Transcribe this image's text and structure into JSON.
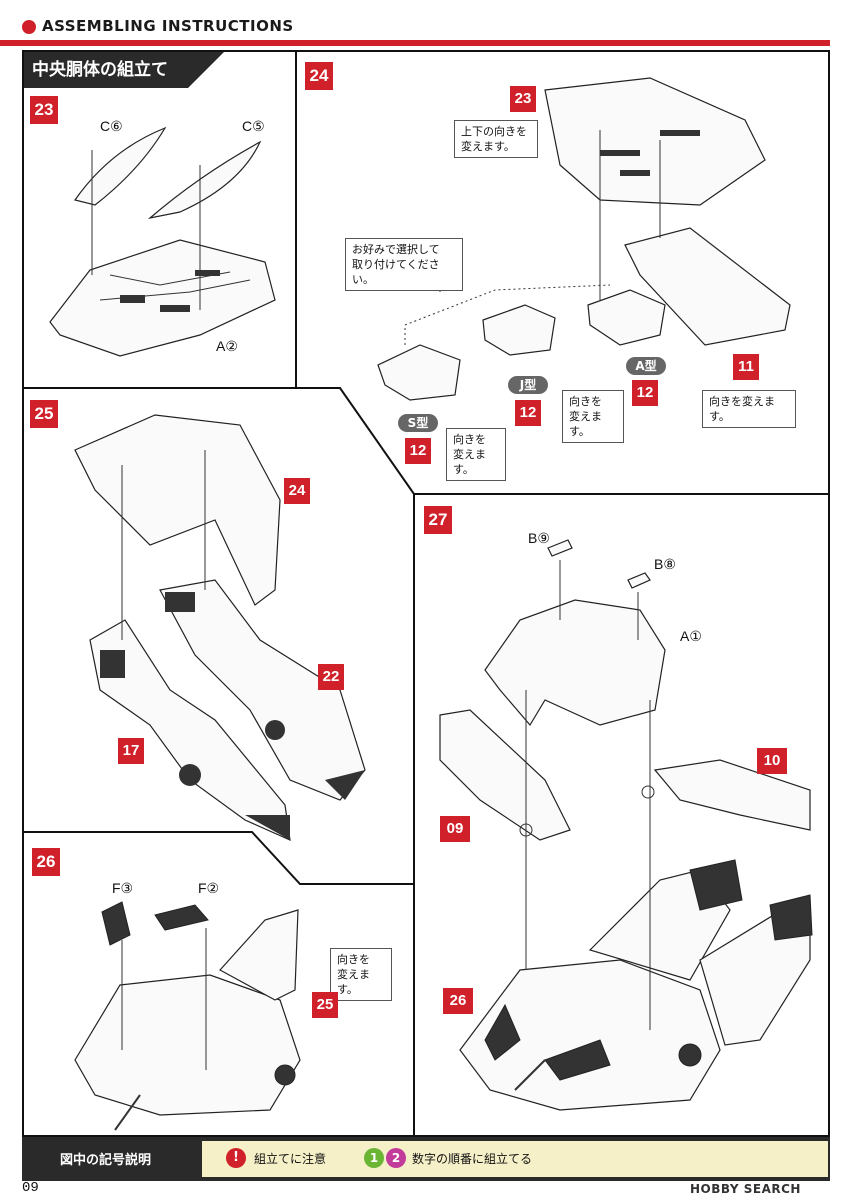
{
  "header": {
    "title": "ASSEMBLING INSTRUCTIONS"
  },
  "section": {
    "title": "中央胴体の組立て"
  },
  "steps": {
    "s23": {
      "num": "23",
      "parts": {
        "c6": "C⑥",
        "c5": "C⑤",
        "a2": "A②"
      }
    },
    "s24": {
      "num": "24",
      "ref23": "23",
      "note_flip_top": "上下の向きを\n変えます。",
      "note_choose": "お好みで選択して\n取り付けてください。",
      "ref11": "11",
      "note_flip_11": "向きを変えます。",
      "type_s": "S型",
      "type_j": "J型",
      "type_a": "A型",
      "ref12": "12",
      "note_flip_s": "向きを\n変えます。",
      "note_flip_j": "向きを\n変えます。"
    },
    "s25": {
      "num": "25",
      "ref24": "24",
      "ref22": "22",
      "ref17": "17"
    },
    "s26": {
      "num": "26",
      "parts": {
        "f3": "F③",
        "f2": "F②"
      },
      "note_flip": "向きを\n変えます。",
      "ref25": "25"
    },
    "s27": {
      "num": "27",
      "parts": {
        "b9": "B⑨",
        "b8": "B⑧",
        "a1": "A①"
      },
      "ref10": "10",
      "ref09": "09",
      "ref26": "26"
    }
  },
  "legend": {
    "title": "図中の記号説明",
    "caution_mark": "!",
    "caution_text": "組立てに注意",
    "order_1": "1",
    "order_2": "2",
    "order_text": "数字の順番に組立てる"
  },
  "page": {
    "number": "09"
  },
  "watermark": "HOBBY SEARCH"
}
